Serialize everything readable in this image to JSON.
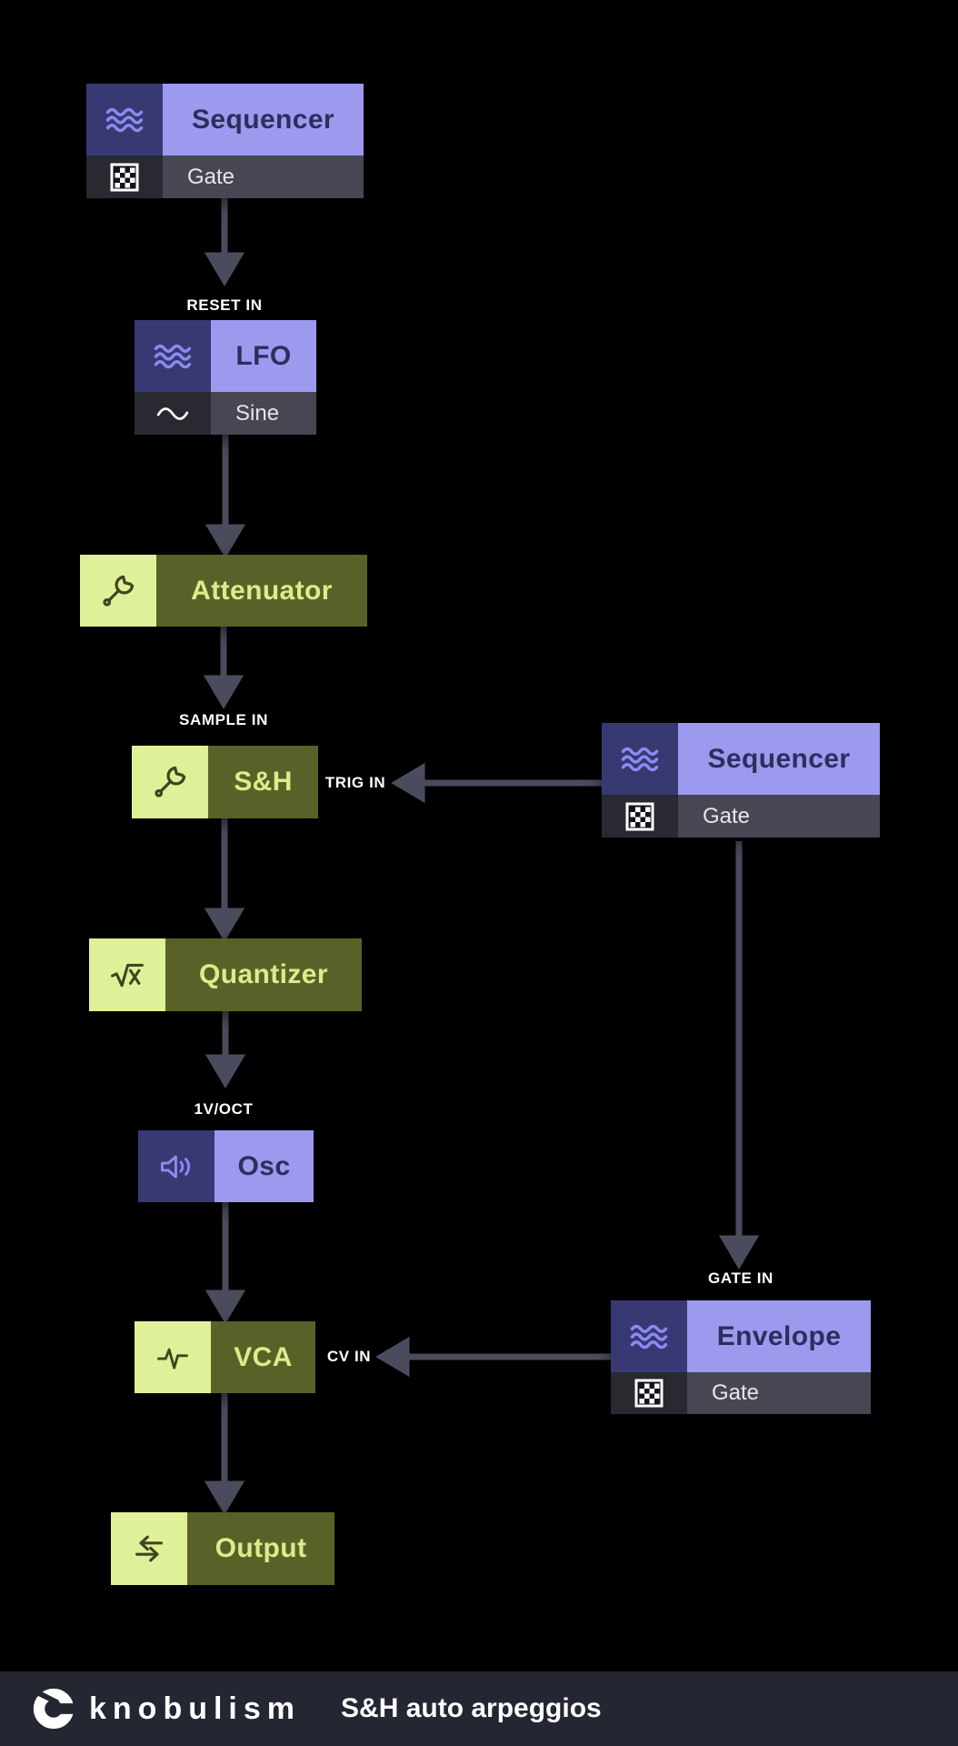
{
  "diagram_title": "S&H auto arpeggios",
  "brand": "knobulism",
  "colors": {
    "background": "#000000",
    "purple_icon_bg": "#383973",
    "purple_title_bg": "#9c99ee",
    "purple_title_text": "#2d2e5e",
    "purple_icon_stroke": "#8d8af0",
    "sub_icon_bg": "#282931",
    "sub_text_bg": "#464753",
    "sub_text": "#e6e6ea",
    "green_icon_bg": "#def198",
    "green_title_bg": "#5a6128",
    "green_title_text": "#d9ee8b",
    "green_icon_stroke": "#3f4520",
    "wire": "#4a4c5e",
    "label_text": "#ffffff",
    "footer_bg": "#242631"
  },
  "nodes": {
    "sequencer_top": {
      "title": "Sequencer",
      "sub": "Gate",
      "icon": "wave-icon",
      "sub_icon": "gate-pattern-icon"
    },
    "lfo": {
      "title": "LFO",
      "sub": "Sine",
      "icon": "wave-icon",
      "sub_icon": "sine-icon"
    },
    "attenuator": {
      "title": "Attenuator",
      "icon": "wrench-icon"
    },
    "sample_hold": {
      "title": "S&H",
      "icon": "wrench-icon"
    },
    "sequencer_right": {
      "title": "Sequencer",
      "sub": "Gate",
      "icon": "wave-icon",
      "sub_icon": "gate-pattern-icon"
    },
    "quantizer": {
      "title": "Quantizer",
      "icon": "sqrt-icon"
    },
    "osc": {
      "title": "Osc",
      "icon": "speaker-icon"
    },
    "vca": {
      "title": "VCA",
      "icon": "pulse-icon"
    },
    "envelope": {
      "title": "Envelope",
      "sub": "Gate",
      "icon": "wave-icon",
      "sub_icon": "gate-pattern-icon"
    },
    "output": {
      "title": "Output",
      "icon": "swap-arrows-icon"
    }
  },
  "labels": {
    "reset_in": "RESET IN",
    "sample_in": "SAMPLE IN",
    "trig_in": "TRIG IN",
    "one_v_oct": "1V/OCT",
    "gate_in": "GATE IN",
    "cv_in": "CV IN"
  },
  "footer": {
    "brand": "knobulism",
    "title": "S&H auto arpeggios"
  }
}
